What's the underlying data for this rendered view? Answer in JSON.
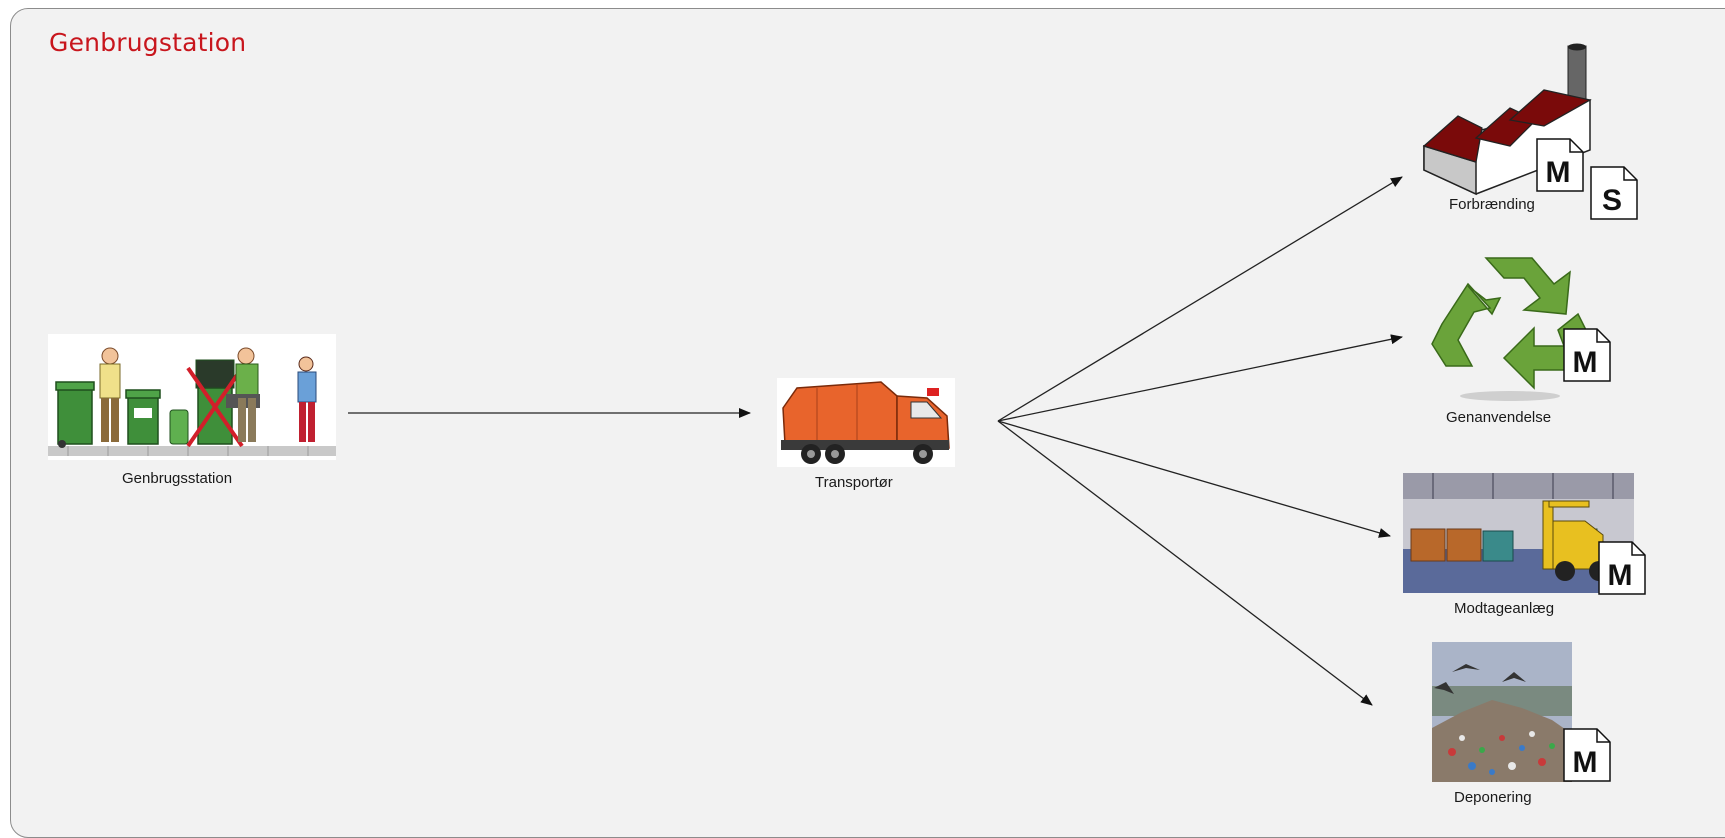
{
  "diagram": {
    "title": "Genbrugstation",
    "nodes": {
      "source": {
        "label": "Genbrugsstation"
      },
      "transport": {
        "label": "Transportør"
      },
      "incineration": {
        "label": "Forbrænding",
        "badges": [
          "M",
          "S"
        ]
      },
      "recycling": {
        "label": "Genanvendelse",
        "badges": [
          "M"
        ]
      },
      "reception": {
        "label": "Modtageanlæg",
        "badges": [
          "M"
        ]
      },
      "landfill": {
        "label": "Deponering",
        "badges": [
          "M"
        ]
      }
    },
    "edges": [
      {
        "from": "source",
        "to": "transport"
      },
      {
        "from": "transport",
        "to": "incineration"
      },
      {
        "from": "transport",
        "to": "recycling"
      },
      {
        "from": "transport",
        "to": "reception"
      },
      {
        "from": "transport",
        "to": "landfill"
      }
    ]
  },
  "colors": {
    "title": "#c8161d",
    "factory_roof": "#7a0a0a",
    "recycle_green": "#6aa33a",
    "truck_orange": "#e8642c",
    "bin_green": "#3f8f3a"
  }
}
